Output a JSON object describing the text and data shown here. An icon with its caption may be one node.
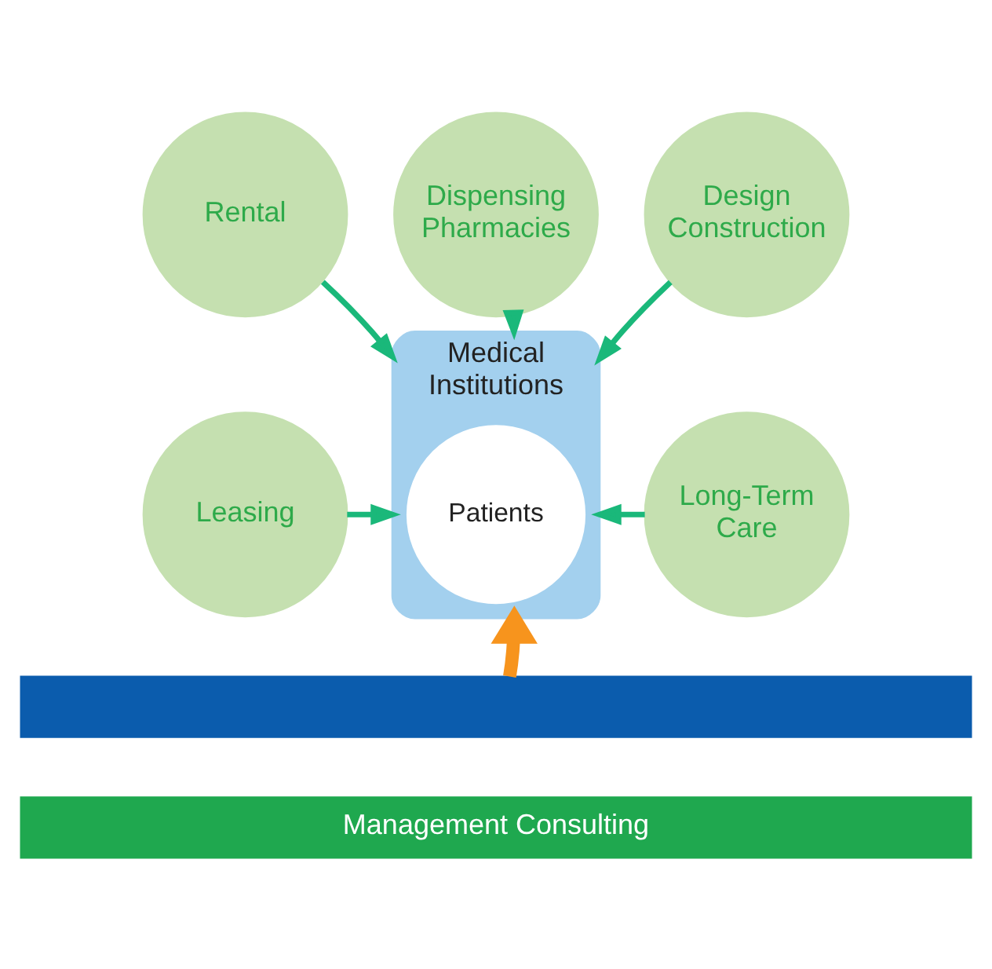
{
  "diagram": {
    "nodes": [
      {
        "text": [
          "Rental"
        ]
      },
      {
        "text": [
          "Dispensing Pharmacies"
        ]
      },
      {
        "text": [
          "Design Construction"
        ]
      },
      {
        "text": [
          "Medical Institutions"
        ]
      },
      {
        "text": [
          "Patients"
        ],
        "in": 3
      },
      {
        "text": [
          "Leasing"
        ]
      },
      {
        "text": [
          "Long-Term Care"
        ]
      },
      {
        "text": [],
        "shape": "bar"
      },
      {
        "text": [
          "Management Consulting"
        ]
      }
    ],
    "edges": [
      {
        "from": 1,
        "to": 3,
        "arrow": "to"
      },
      {
        "from": 0,
        "to": 3,
        "arrow": "to"
      },
      {
        "from": 2,
        "to": 3,
        "arrow": "to"
      },
      {
        "from": 5,
        "to": 3,
        "arrow": "to"
      },
      {
        "from": 6,
        "to": 3,
        "arrow": "to"
      },
      {
        "from": 7,
        "to": 3,
        "arrow": "to",
        "style": "thick",
        "color": "#f7941d"
      }
    ]
  }
}
